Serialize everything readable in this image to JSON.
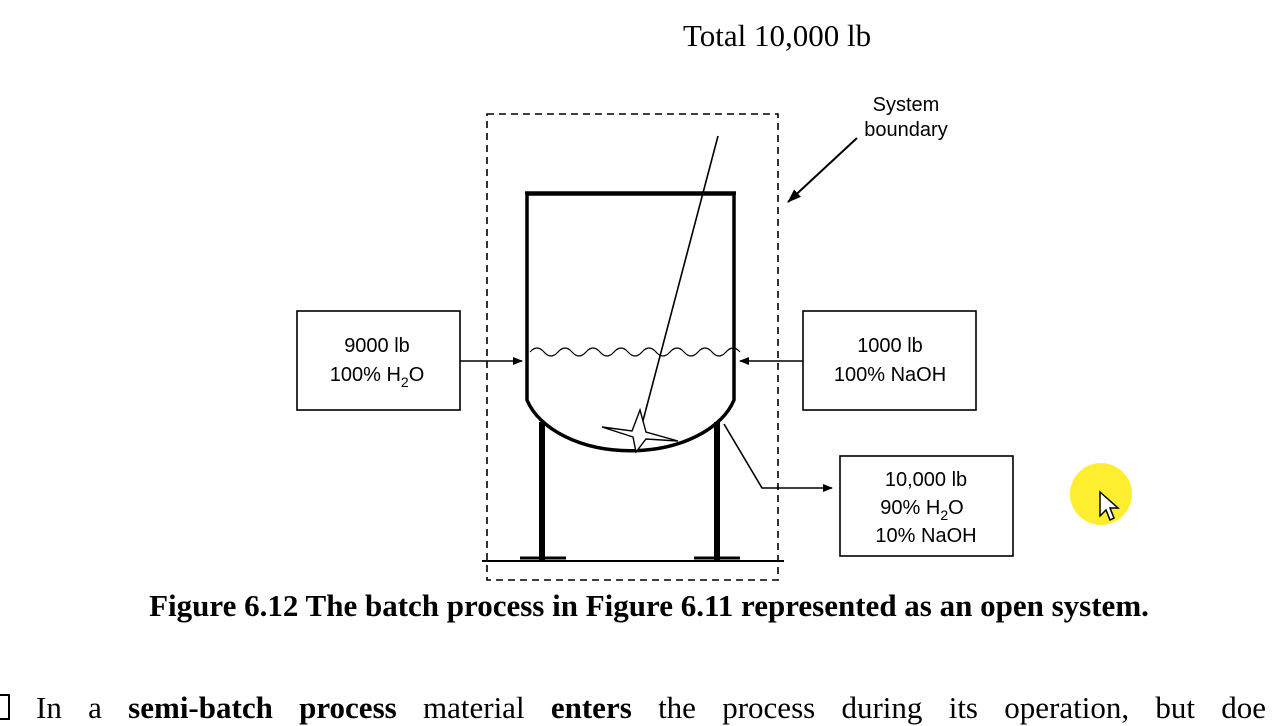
{
  "header": {
    "total": "Total 10,000 lb"
  },
  "diagram": {
    "system_boundary_label": [
      "System",
      "boundary"
    ],
    "input_left": {
      "mass": "9000 lb",
      "comp_pct": "100% H",
      "comp_sub": "2",
      "comp_tail": "O"
    },
    "input_right": {
      "mass": "1000 lb",
      "comp": "100% NaOH"
    },
    "output": {
      "mass": "10,000 lb",
      "line1_pct": "90% H",
      "line1_sub": "2",
      "line1_tail": "O",
      "line2": "10% NaOH"
    }
  },
  "caption": "Figure 6.12 The batch process in Figure 6.11 represented as an open system.",
  "body_text": {
    "w1": "In a",
    "b1": "semi-batch process",
    "w2": "material",
    "b2": "enters",
    "w3": "the process during its operation, but doe"
  },
  "icons": {
    "cursor": "cursor-arrow-icon",
    "bullet": "bullet-glyph-icon"
  }
}
